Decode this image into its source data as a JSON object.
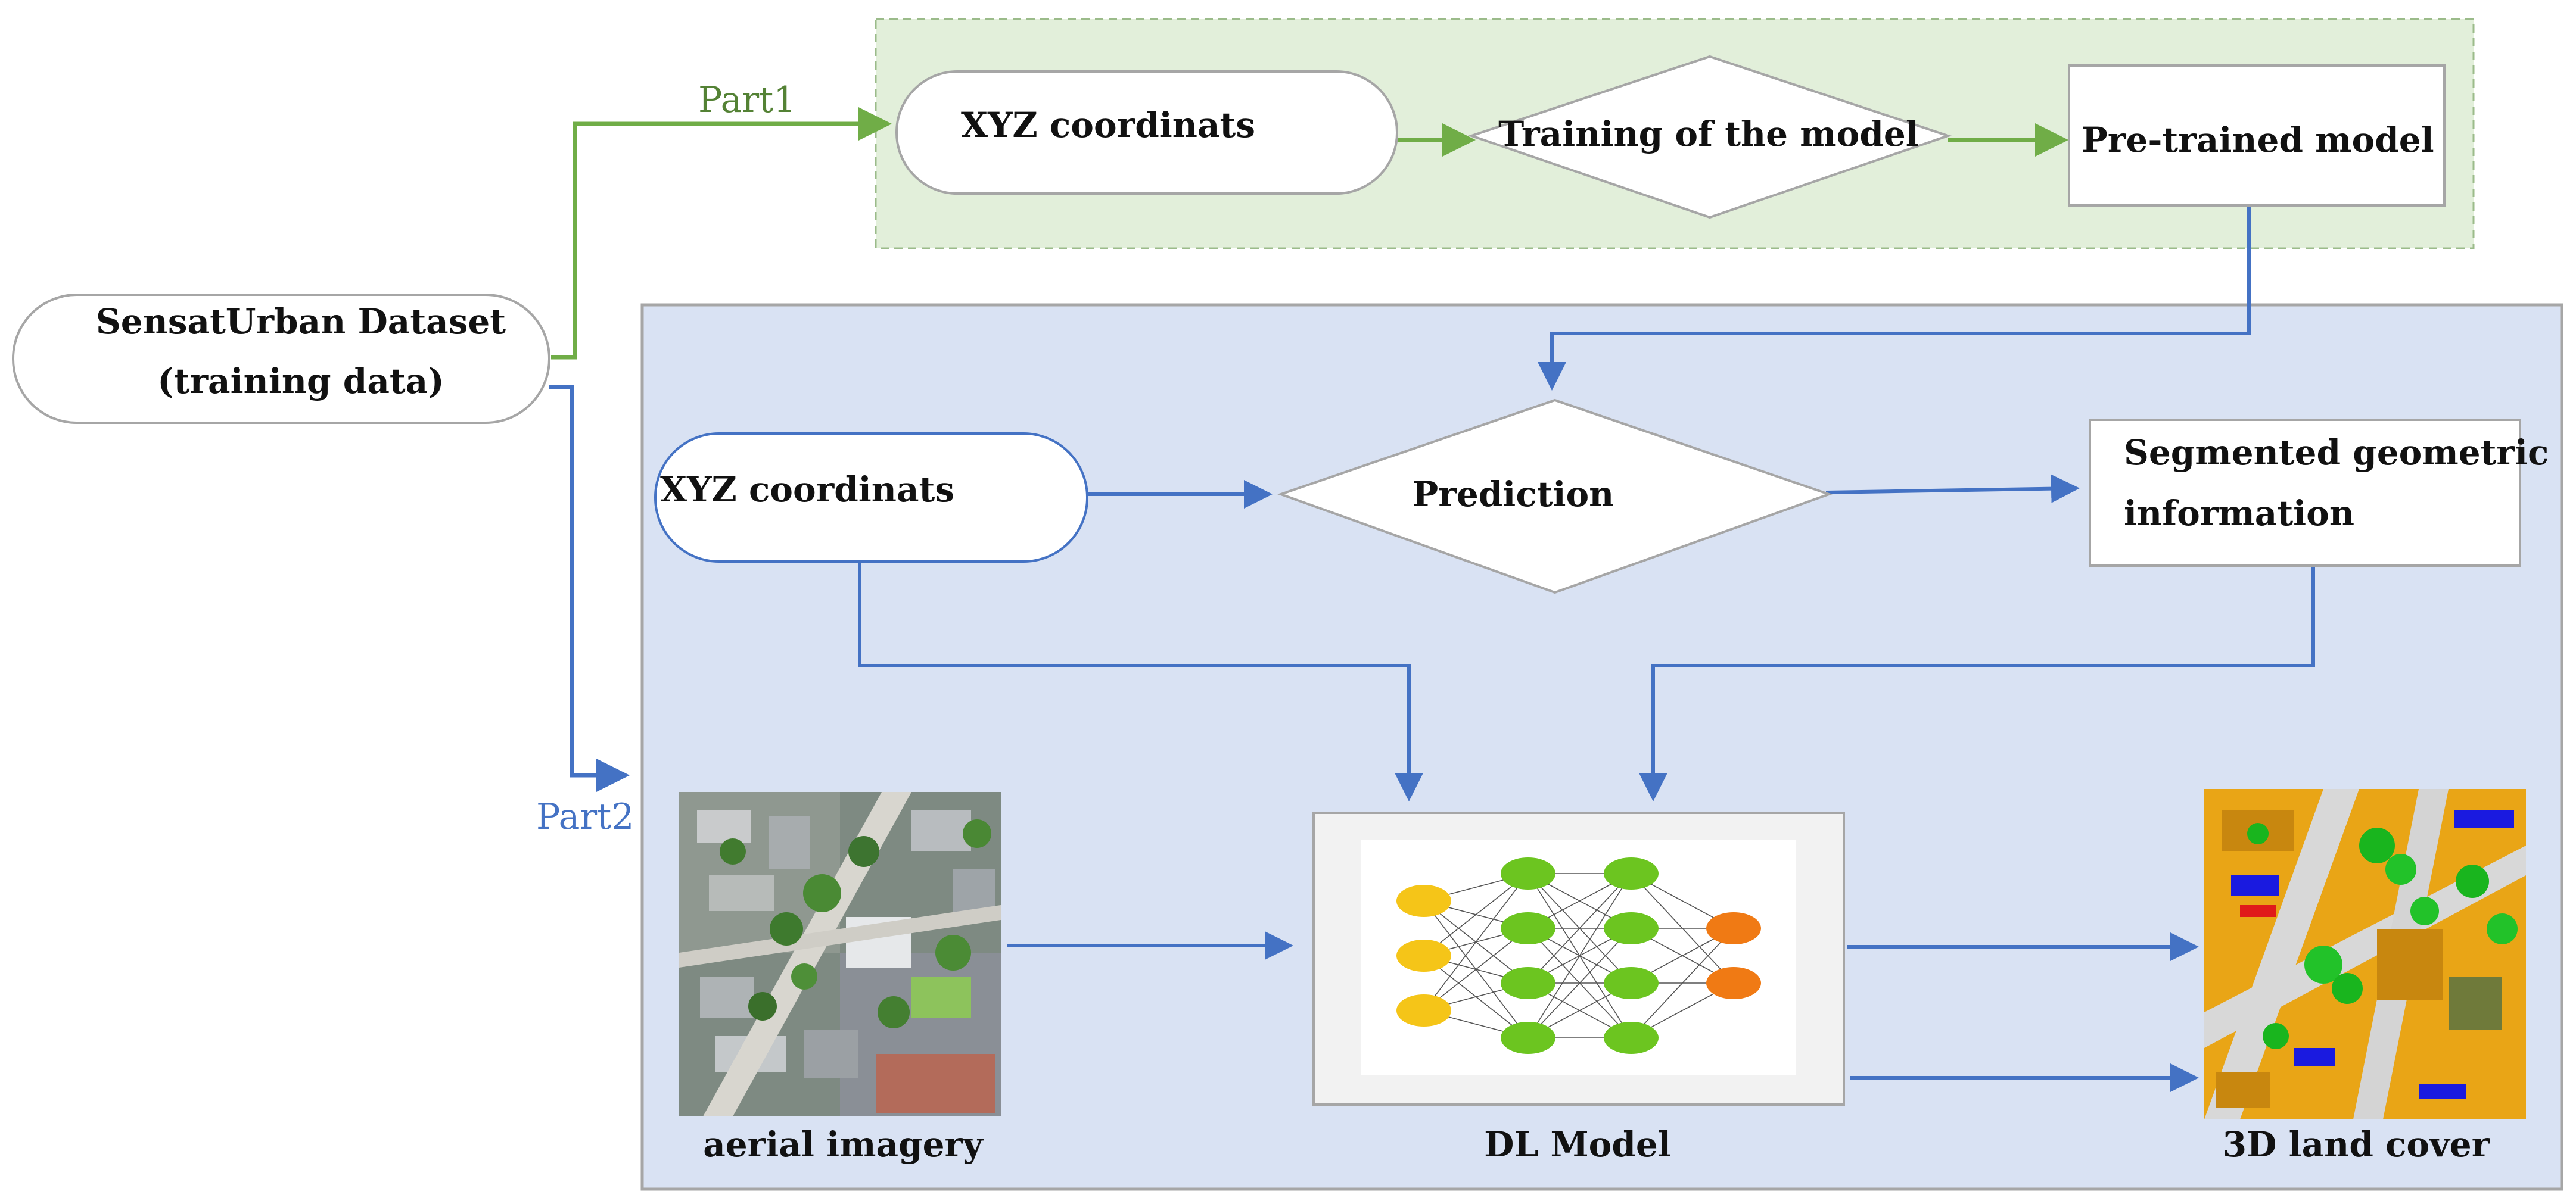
{
  "colors": {
    "part1_line": "#70AD47",
    "part2_line": "#4472C4",
    "part1_bg": "#E2EFDA",
    "part2_bg": "#D9E2F3",
    "node_border": "#A6A6A6",
    "neuron_input": "#F5C518",
    "neuron_hidden": "#6CC520",
    "neuron_output": "#F07A14"
  },
  "parts": {
    "part1_label": "Part1",
    "part2_label": "Part2"
  },
  "nodes": {
    "dataset_line1": "SensatUrban Dataset",
    "dataset_line2": "(training data)",
    "xyz_train": "XYZ coordinats",
    "training": "Training of the model",
    "pretrained": "Pre-trained model",
    "xyz_predict": "XYZ coordinats",
    "prediction": "Prediction",
    "segmented_line1": "Segmented geometric",
    "segmented_line2": "information",
    "aerial_caption": "aerial imagery",
    "dl_caption": "DL Model",
    "landcover_caption": "3D land cover"
  },
  "icons": {
    "aerial": "aerial-photo-icon",
    "network": "neural-network-icon",
    "landcover": "3d-land-cover-map-icon"
  },
  "network": {
    "layers": [
      3,
      4,
      4,
      2
    ]
  }
}
